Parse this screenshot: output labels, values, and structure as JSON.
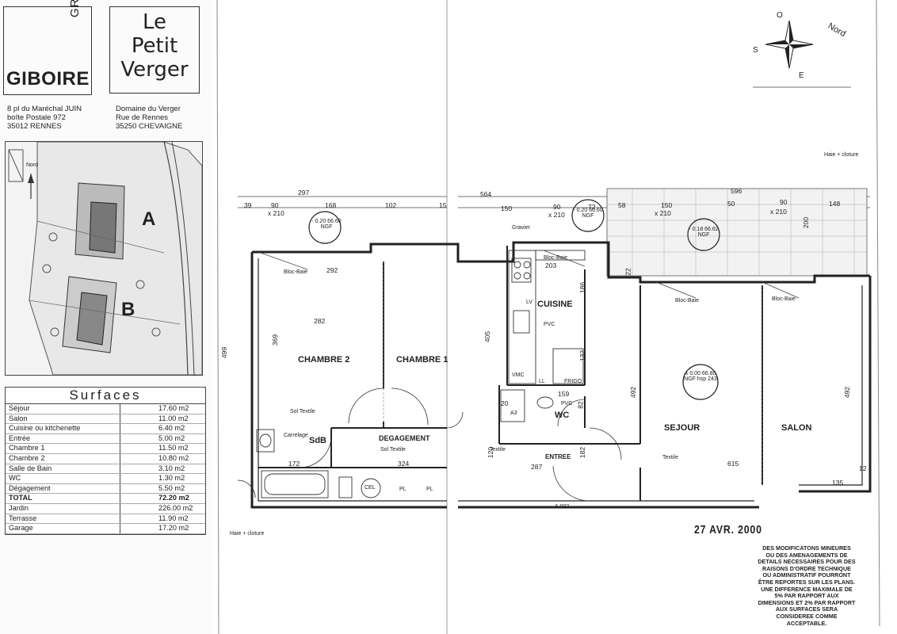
{
  "header": {
    "groupe": "GROUPE",
    "company": "GIBOIRE",
    "project_lines": [
      "Le",
      "Petit",
      "Verger"
    ],
    "address_left": [
      "8 pl du Maréchal JUIN",
      "boîte Postale 972",
      "35012 RENNES"
    ],
    "address_right": [
      "Domaine du Verger",
      "Rue de Rennes",
      "35250 CHEVAIGNE"
    ]
  },
  "site_plan": {
    "label_a": "A",
    "label_b": "B",
    "north": "Nord"
  },
  "surfaces": {
    "title": "Surfaces",
    "rows": [
      {
        "label": "Séjour",
        "value": "17.60 m2"
      },
      {
        "label": "Salon",
        "value": "11.00 m2"
      },
      {
        "label": "Cuisine ou kitchenette",
        "value": "6.40 m2"
      },
      {
        "label": "Entrée",
        "value": "5.00 m2"
      },
      {
        "label": "Chambre 1",
        "value": "11.50 m2"
      },
      {
        "label": "Chambre 2",
        "value": "10.80 m2"
      },
      {
        "label": "Salle de Bain",
        "value": "3.10 m2"
      },
      {
        "label": "WC",
        "value": "1.30 m2"
      },
      {
        "label": "Dégagement",
        "value": "5.50 m2"
      },
      {
        "label": "TOTAL",
        "value": "72.20 m2"
      },
      {
        "label": "Jardin",
        "value": "226.00 m2"
      },
      {
        "label": "Terrasse",
        "value": "11.90 m2"
      },
      {
        "label": "Garage",
        "value": "17.20 m2"
      }
    ]
  },
  "compass": {
    "north": "Nord",
    "south": "S",
    "east": "E",
    "west": "O"
  },
  "rooms": {
    "chambre2": "CHAMBRE 2",
    "chambre1": "CHAMBRE 1",
    "cuisine": "CUISINE",
    "sejour": "SEJOUR",
    "salon": "SALON",
    "wc": "WC",
    "sdb": "SdB",
    "degagement": "DEGAGEMENT",
    "entree": "ENTREE"
  },
  "labels": {
    "haie_top": "Haie + cloture",
    "haie_bottom": "Haie + cloture",
    "sol_textile_1": "Sol Textile",
    "sol_textile_2": "Sol Textile",
    "carrelage": "Carrelage",
    "textile_entree": "Textile",
    "textile_sejour": "Textile",
    "pvc_cuisine": "PVC",
    "pvc_wc": "PVC",
    "bloc_baie_1": "Bloc-Baie",
    "bloc_baie_2": "Bloc-Baie",
    "bloc_baie_3": "Bloc-Baie",
    "bloc_baie_4": "Bloc-Baie",
    "lv": "LV",
    "frigo": "FRIGO",
    "ll": "LL",
    "vmc": "VMC",
    "cel": "CEL",
    "a3": "A3",
    "a002": "A.002",
    "gravier": "Gravier",
    "pl1": "PL",
    "pl2": "PL",
    "ngf1": "- 0.20 66.60 NGF",
    "ngf2": "- 0.20 66.60 NGF",
    "ngf3": "- 0.18 66.62 NGF",
    "ngf4": "± 0.00 66.80 NGF hsp 243"
  },
  "dims": {
    "d297": "297",
    "d39": "39",
    "d90a": "90",
    "d168": "168",
    "d102": "102",
    "d15": "15",
    "d210a": "x 210",
    "d564": "564",
    "d150a": "150",
    "d90b": "90",
    "d72": "72",
    "d210b": "x 210",
    "d58": "58",
    "d596": "596",
    "d150b": "150",
    "d210c": "x 210",
    "d50": "50",
    "d90c": "90",
    "d210d": "x 210",
    "d148": "148",
    "d292": "292",
    "d282": "282",
    "d369": "369",
    "d499": "499",
    "d203": "203",
    "d186": "186",
    "d405": "405",
    "d132": "132",
    "d159": "159",
    "d492a": "492",
    "d492b": "492",
    "d172": "172",
    "d324": "324",
    "d287": "287",
    "d615": "615",
    "d135": "135",
    "d200": "200",
    "d120": "120",
    "d182": "182",
    "d82": "82",
    "d20": "20",
    "d12": "12",
    "d22": "22"
  },
  "stamp": {
    "date": "27 AVR. 2000",
    "note": "DES MODIFICATONS MINEURES OU DES AMENAGEMENTS DE DETAILS NECESSAIRES POUR DES RAISONS D'ORDRE TECHNIQUE OU ADMINISTRATIF POURRONT ÊTRE REPORTES SUR LES PLANS. UNE DIFFERENCE MAXIMALE DE 5% PAR RAPPORT AUX DIMENSIONS ET 2% PAR RAPPORT AUX SURFACES SERA CONSIDEREE COMME ACCEPTABLE."
  }
}
